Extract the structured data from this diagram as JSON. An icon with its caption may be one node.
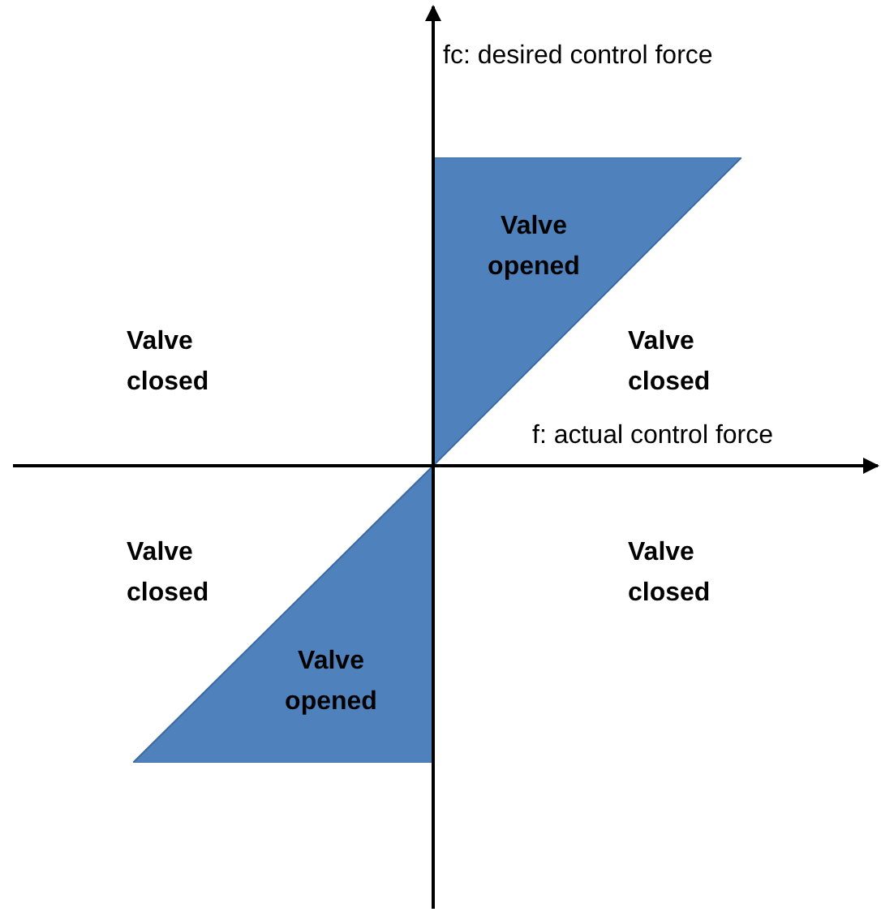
{
  "diagram": {
    "nodes": [
      {
        "text": [
          "Valve opened"
        ]
      },
      {
        "text": [
          "Valve opened"
        ]
      }
    ],
    "labels": [
      "fc: desired control force",
      "Valve closed",
      "Valve closed",
      "f: actual control force",
      "Valve closed",
      "Valve closed"
    ]
  }
}
